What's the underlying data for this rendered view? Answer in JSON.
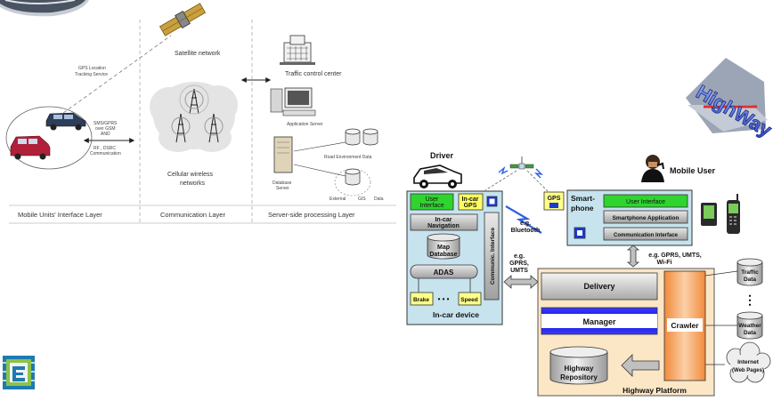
{
  "left_diagram": {
    "labels": {
      "satellite": "Satellite network",
      "tcc": "Traffic control center",
      "gps_tracking_1": "GPS Location",
      "gps_tracking_2": "Tracking Service",
      "sms_1": "SMS/GPRS",
      "sms_2": "over GSM",
      "sms_3": "AND",
      "rf_1": "RF  ,  DSRC",
      "rf_2": "Communication",
      "cellular_1": "Cellular wireless",
      "cellular_2": "networks",
      "app_server": "Application Server",
      "road_env": "Road Environment Data",
      "db_server_1": "Database",
      "db_server_2": "Server",
      "external": "External",
      "gis": "GIS",
      "data": "Data"
    },
    "layers": [
      "Mobile Units' Interface Layer",
      "Communication Layer",
      "Server-side processing Layer"
    ]
  },
  "right_diagram": {
    "driver": "Driver",
    "mobile_user": "Mobile User",
    "user_interface": [
      "User",
      "Interface"
    ],
    "in_car_gps": [
      "In-car",
      "GPS"
    ],
    "in_car_navigation": [
      "In-car",
      "Navigation"
    ],
    "map_database": [
      "Map",
      "Database"
    ],
    "adas": "ADAS",
    "brake": "Brake",
    "dots": "• • •",
    "speed": "Speed",
    "in_car_device": "In-car device",
    "communic_interface": "Communic. Interface",
    "gps": "GPS",
    "smartphone": [
      "Smart-",
      "phone"
    ],
    "sp_user_interface": "User Interface",
    "sp_application": "Smartphone Application",
    "sp_comm_interface": "Communication Interface",
    "bluetooth": [
      "e.g.",
      "Bluetooth"
    ],
    "gprs_left": [
      "e.g.",
      "GPRS,",
      "UMTS"
    ],
    "gprs_right": [
      "e.g. GPRS, UMTS,",
      "Wi-Fi"
    ],
    "delivery": "Delivery",
    "manager": "Manager",
    "crawler": "Crawler",
    "repository": [
      "Highway",
      "Repository"
    ],
    "platform": "Highway Platform",
    "traffic_data": [
      "Traffic",
      "Data"
    ],
    "weather_data": [
      "Weather",
      "Data"
    ],
    "internet": [
      "Internet",
      "(Web Pages)"
    ],
    "vertical_dots": "⋮",
    "logo_text": "HighWay"
  }
}
